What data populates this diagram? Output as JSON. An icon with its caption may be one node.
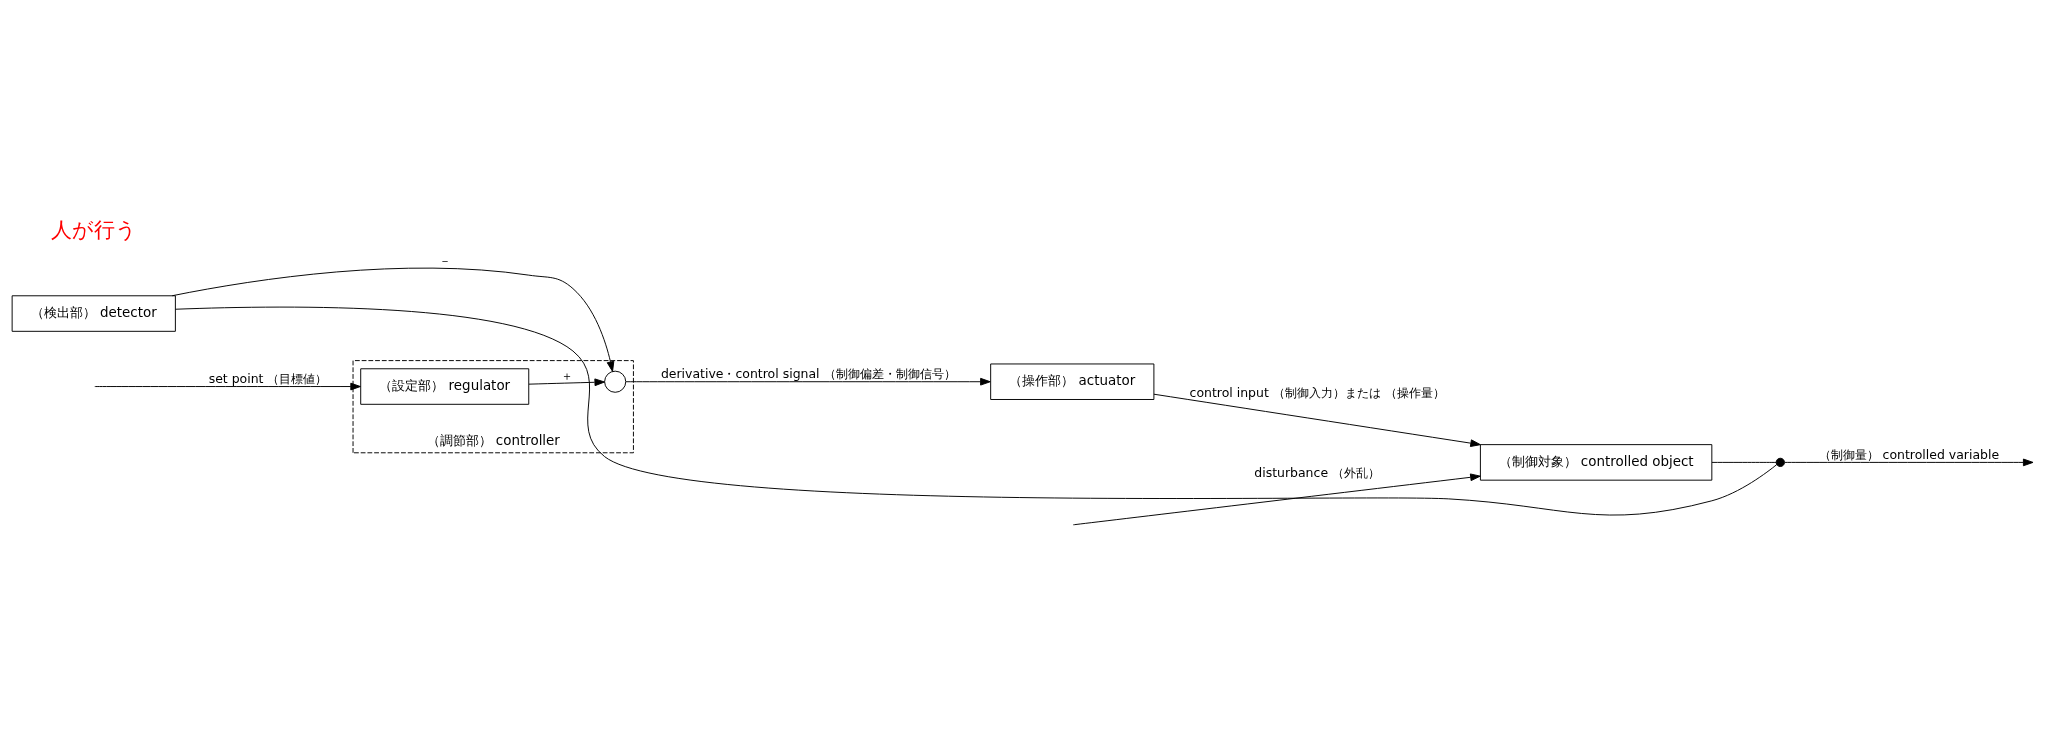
{
  "diagram": {
    "nodes": [
      {
        "text": [
          "（調節部） controller"
        ]
      },
      {
        "text": [
          "（設定部） regulator"
        ],
        "in": 0
      },
      {
        "text": [],
        "shape": "circle",
        "in": 0
      },
      {
        "text": [
          "（操作部） actuator"
        ]
      },
      {
        "text": [
          "（制御対象） controlled object"
        ]
      },
      {
        "text": [
          "（検出部） detector"
        ]
      },
      {
        "text": [],
        "shape": "dot"
      }
    ],
    "edges": [
      {
        "from": null,
        "to": 1,
        "arrow": "to",
        "label": "set point （目標値）"
      },
      {
        "from": 1,
        "to": 2,
        "arrow": "to",
        "label": "＋"
      },
      {
        "from": 2,
        "to": 3,
        "arrow": "to",
        "label": "derivative・control signal （制御偏差・制御信号）"
      },
      {
        "from": 3,
        "to": 4,
        "arrow": "to",
        "label": "control input （制御入力）または （操作量）"
      },
      {
        "from": null,
        "to": 4,
        "arrow": "to",
        "label": "disturbance （外乱）"
      },
      {
        "from": 4,
        "to": 6,
        "arrow": "none"
      },
      {
        "from": 6,
        "to": null,
        "arrow": "to",
        "label": "（制御量） controlled variable"
      },
      {
        "from": 6,
        "to": 5,
        "arrow": "none"
      },
      {
        "from": 5,
        "to": 2,
        "arrow": "to",
        "label": "－"
      }
    ],
    "labels": [
      "人が行う"
    ]
  }
}
